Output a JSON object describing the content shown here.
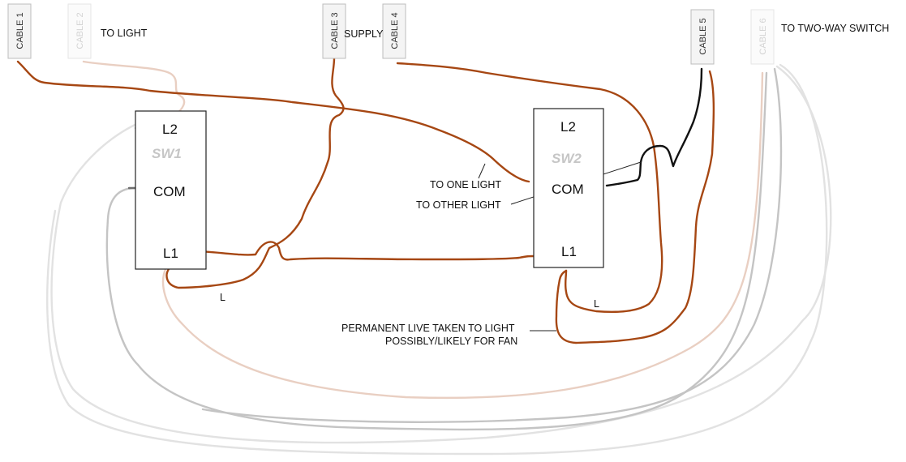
{
  "cables": [
    {
      "label": "CABLE 1",
      "faint": false
    },
    {
      "label": "CABLE 2",
      "faint": true
    },
    {
      "label": "CABLE 3",
      "faint": false
    },
    {
      "label": "CABLE 4",
      "faint": false
    },
    {
      "label": "CABLE 5",
      "faint": false
    },
    {
      "label": "CABLE 6",
      "faint": true
    }
  ],
  "notes": {
    "to_light": "TO LIGHT",
    "supply": "SUPPLY",
    "to_two_way_switch": "TO TWO-WAY SWITCH",
    "to_one_light": "TO ONE LIGHT",
    "to_other_light": "TO OTHER LIGHT",
    "permanent_live_line1": "PERMANENT LIVE TAKEN TO LIGHT",
    "permanent_live_line2": "POSSIBLY/LIKELY FOR FAN",
    "loop_l_left": "L",
    "loop_l_right": "L"
  },
  "switches": [
    {
      "name": "SW1",
      "l2": "L2",
      "com": "COM",
      "l1": "L1"
    },
    {
      "name": "SW2",
      "l2": "L2",
      "com": "COM",
      "l1": "L1"
    }
  ],
  "colors": {
    "brown": "#a64713",
    "black": "#111111",
    "grey": "#c4c4c4",
    "light_grey": "#e2e2e2",
    "pink": "#e9cfc2"
  }
}
